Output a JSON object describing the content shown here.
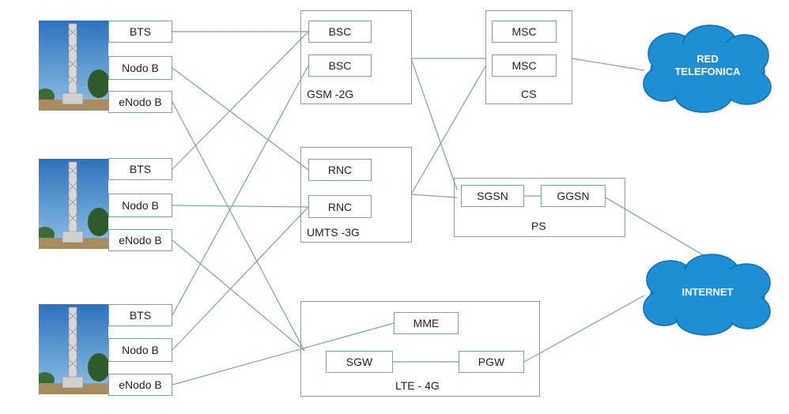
{
  "sites": [
    {
      "bts": "BTS",
      "nodob": "Nodo B",
      "enodob": "eNodo B"
    },
    {
      "bts": "BTS",
      "nodob": "Nodo B",
      "enodob": "eNodo B"
    },
    {
      "bts": "BTS",
      "nodob": "Nodo B",
      "enodob": "eNodo B"
    }
  ],
  "gsm": {
    "bsc1": "BSC",
    "bsc2": "BSC",
    "label": "GSM -2G"
  },
  "umts": {
    "rnc1": "RNC",
    "rnc2": "RNC",
    "label": "UMTS -3G"
  },
  "lte": {
    "mme": "MME",
    "sgw": "SGW",
    "pgw": "PGW",
    "label": "LTE - 4G"
  },
  "cs": {
    "msc1": "MSC",
    "msc2": "MSC",
    "label": "CS"
  },
  "ps": {
    "sgsn": "SGSN",
    "ggsn": "GGSN",
    "label": "PS"
  },
  "clouds": {
    "red": "RED\nTELEFONICA",
    "internet": "INTERNET"
  },
  "colors": {
    "cloud": "#1e8fd5",
    "cloud_edge": "#0f6fb0",
    "line": "#7ea1ad",
    "box_border": "#7ea1ad",
    "sky": "#3f86c8"
  }
}
